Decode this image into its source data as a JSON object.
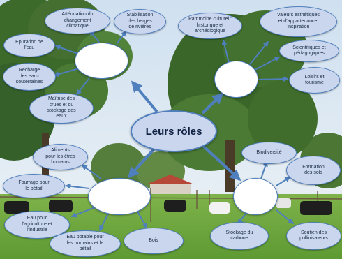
{
  "diagram": {
    "center_label": "Leurs rôles",
    "nodes": {
      "attenuation": "Atténuation du\nchangement\nclimatique",
      "stabilisation": "Stabilisation\ndes berges\nde rivières",
      "epuration": "Epuration de\nl'eau",
      "recharge": "Recharge\ndes eaux\nsouterraines",
      "maitrise": "Maîtrise des\ncrues et du\nstockage des\neaux",
      "patrimoine": "Patrimoine culturel :\nhistorique et\narchéologique",
      "valeurs": "Valeurs esthétiques\net d'appartenance,\ninspiration",
      "scientifiques": "Scientifiques et\npédagogiques",
      "loisirs": "Loisirs et\ntourisme",
      "aliments": "Aliments\npour les êtres\nhumains",
      "fourrage": "Fourrage pour\nle bétail",
      "eau_agri": "Eau pour\nl'agriculture et\nl'industrie",
      "eau_potable": "Eau potable pour\nles humains et le\nbétail",
      "bois": "Bois",
      "biodiversite": "Biodiversité",
      "formation": "Formation\ndes sols",
      "stockage": "Stockage du\ncarbone",
      "soutien": "Soutien des\npollinisateurs"
    }
  },
  "colors": {
    "node_fill": "#c9d6ee",
    "node_border": "#4f7fbd",
    "arrow": "#4f7fbd",
    "sky": "#dfeaf5",
    "foliage": "#3f6b2e",
    "meadow": "#6fa83e"
  }
}
